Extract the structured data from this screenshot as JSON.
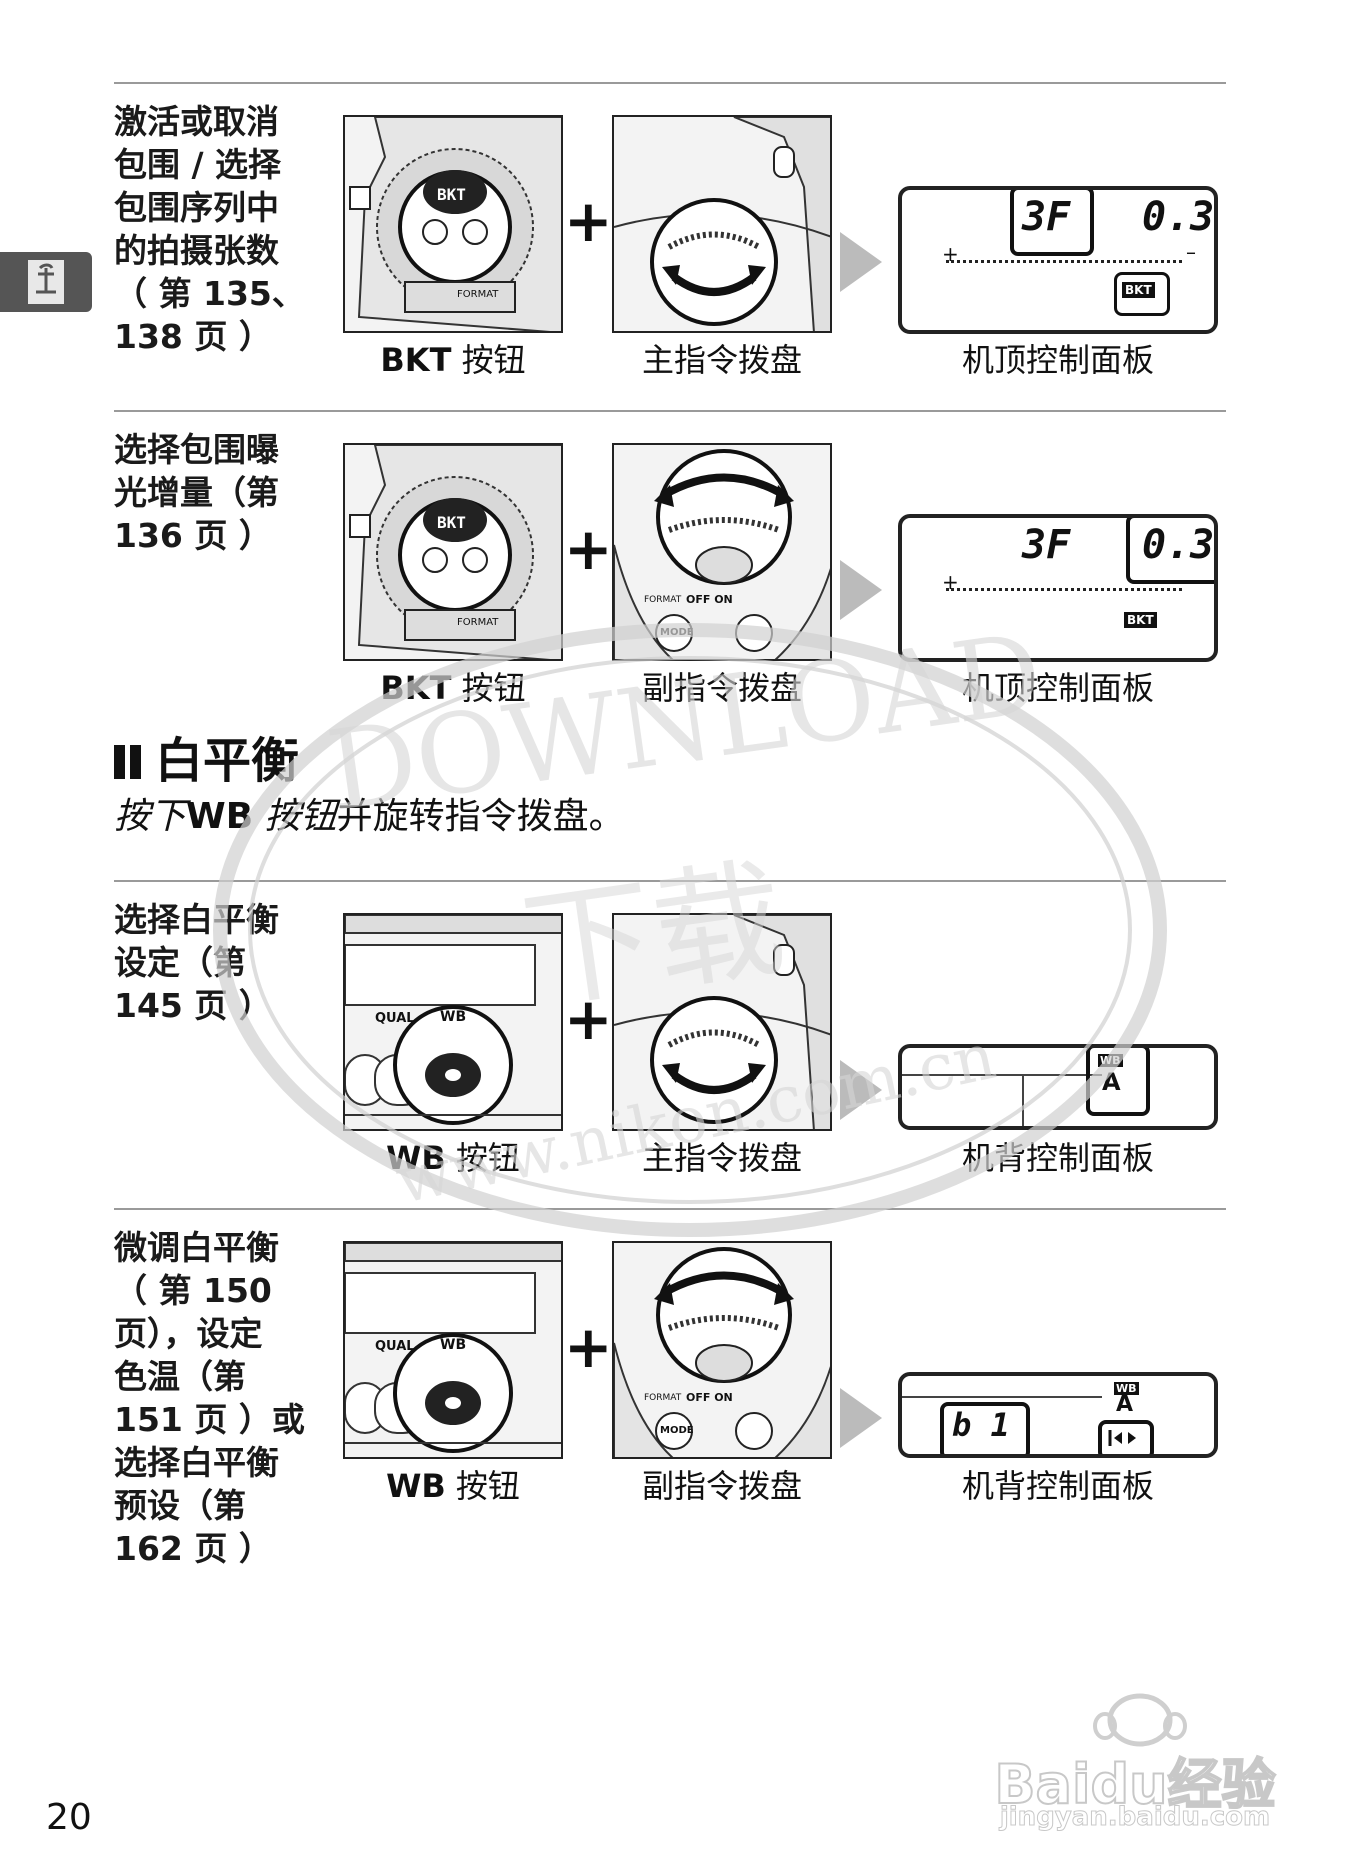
{
  "rows": [
    {
      "lines": [
        "激活或取消",
        "包围 / 选择",
        "包围序列中",
        "的拍摄张数",
        "（ 第 135、",
        "138 页 ）"
      ],
      "captions": {
        "button_bold": "BKT",
        "button_rest": " 按钮",
        "dial": "主指令拨盘",
        "panel": "机顶控制面板"
      },
      "lcd": {
        "left": "3F",
        "right": "0.3",
        "badge": "BKT"
      }
    },
    {
      "lines": [
        "选择包围曝",
        "光增量（第",
        "136 页 ）"
      ],
      "captions": {
        "button_bold": "BKT",
        "button_rest": " 按钮",
        "dial": "副指令拨盘",
        "panel": "机顶控制面板"
      },
      "lcd": {
        "left": "3F",
        "right": "0.3",
        "badge": "BKT"
      }
    },
    {
      "lines": [
        "选择白平衡",
        "设定（第",
        "145 页 ）"
      ],
      "captions": {
        "button_bold": "WB",
        "button_rest": " 按钮",
        "dial": "主指令拨盘",
        "panel": "机背控制面板"
      },
      "lcd": {
        "wb": "WB",
        "wb_mode": "A"
      }
    },
    {
      "lines": [
        "微调白平衡",
        "（ 第 150",
        "页），设定",
        "色温（第",
        "151 页 ）或",
        "选择白平衡",
        "预设（第",
        "162 页 ）"
      ],
      "captions": {
        "button_bold": "WB",
        "button_rest": " 按钮",
        "dial": "副指令拨盘",
        "panel": "机背控制面板"
      },
      "lcd": {
        "wb": "WB",
        "wb_mode": "A",
        "value": "b 1"
      }
    }
  ],
  "section": {
    "title": "白平衡",
    "intro_em": "按下",
    "intro_bold": "WB",
    "intro_em2": " 按钮",
    "intro_rest": "并旋转指令拨盘。"
  },
  "camera": {
    "bkt_label": "BKT",
    "wb_label": "WB",
    "qual_label": "QUAL",
    "format_label": "FORMAT",
    "mode_label": "MODE",
    "off_on": "OFF  ON"
  },
  "watermark": {
    "text_top": "DOWNLOAD",
    "text_mid": "下载",
    "text_bottom": "www.nikon.com.cn"
  },
  "baidu": {
    "logo": "Baidu经验",
    "url": "jingyan.baidu.com"
  },
  "page_number": "20"
}
